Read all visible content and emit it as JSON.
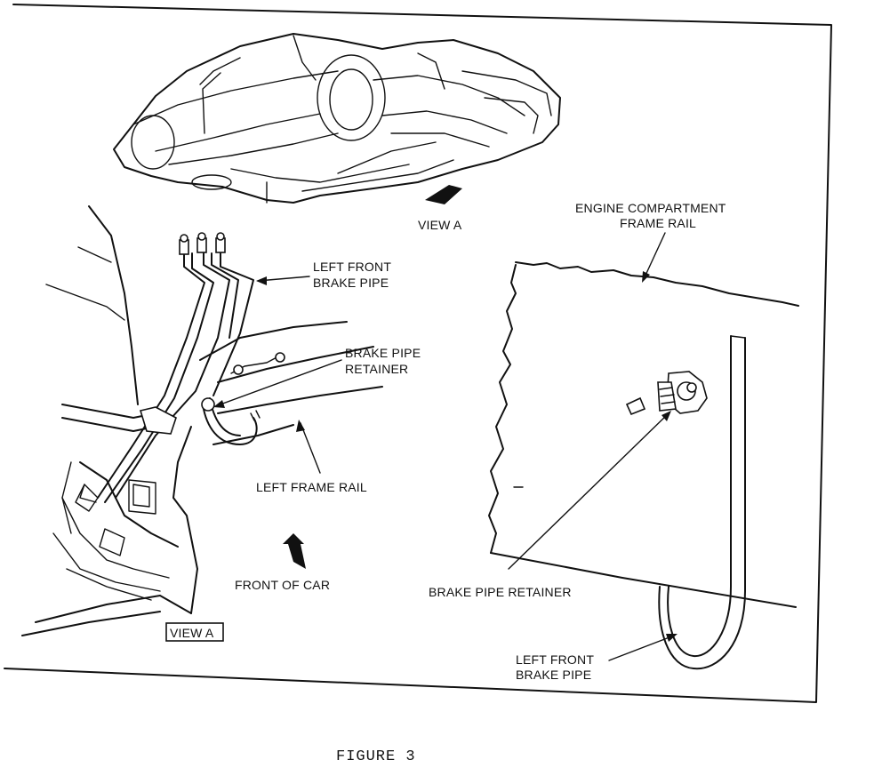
{
  "figure": {
    "caption": "FIGURE 3",
    "labels": {
      "view_a_top": "VIEW A",
      "view_a_box": "VIEW A",
      "left_front_brake_pipe_1": "LEFT FRONT",
      "left_front_brake_pipe_2": "BRAKE PIPE",
      "brake_pipe_retainer_1": "BRAKE PIPE",
      "brake_pipe_retainer_2": "RETAINER",
      "left_frame_rail": "LEFT FRAME RAIL",
      "front_of_car": "FRONT OF CAR",
      "engine_frame_rail_1": "ENGINE COMPARTMENT",
      "engine_frame_rail_2": "FRAME RAIL",
      "brake_pipe_retainer_detail": "BRAKE PIPE RETAINER",
      "left_front_brake_pipe_detail_1": "LEFT FRONT",
      "left_front_brake_pipe_detail_2": "BRAKE PIPE"
    }
  }
}
